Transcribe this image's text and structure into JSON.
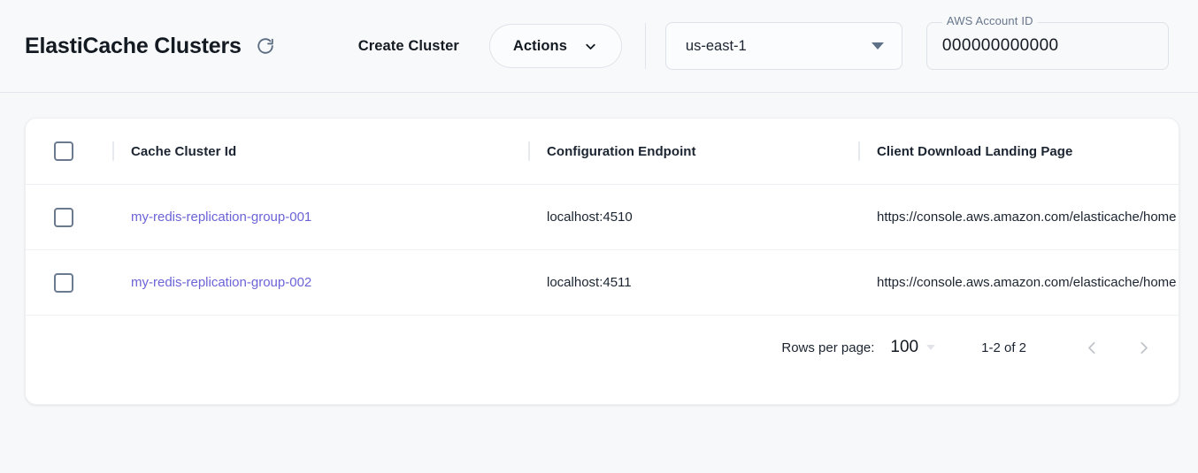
{
  "header": {
    "title": "ElastiCache Clusters",
    "refresh_icon": "refresh-icon",
    "create_cluster_label": "Create Cluster",
    "actions_label": "Actions",
    "actions_caret_icon": "chevron-down-icon",
    "region": {
      "value": "us-east-1",
      "caret_icon": "caret-down-icon"
    },
    "account": {
      "label": "AWS Account ID",
      "value": "000000000000"
    }
  },
  "table": {
    "columns": [
      "Cache Cluster Id",
      "Configuration Endpoint",
      "Client Download Landing Page"
    ],
    "rows": [
      {
        "cluster_id": "my-redis-replication-group-001",
        "endpoint": "localhost:4510",
        "landing_page": "https://console.aws.amazon.com/elasticache/home"
      },
      {
        "cluster_id": "my-redis-replication-group-002",
        "endpoint": "localhost:4511",
        "landing_page": "https://console.aws.amazon.com/elasticache/home"
      }
    ]
  },
  "pagination": {
    "rows_per_page_label": "Rows per page:",
    "rows_per_page_value": "100",
    "range_label": "1-2 of 2",
    "prev_icon": "chevron-left-icon",
    "next_icon": "chevron-right-icon"
  },
  "colors": {
    "link": "#6b63d6",
    "page_bg": "#f7f8fa",
    "card_bg": "#ffffff"
  }
}
